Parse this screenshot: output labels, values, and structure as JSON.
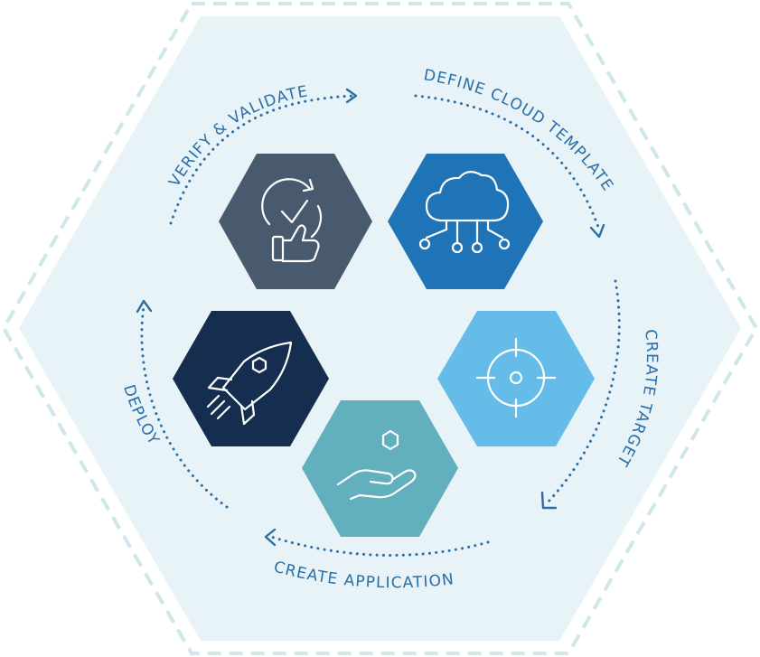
{
  "colors": {
    "background_hex": "#e7f3f6",
    "background_dashes": "#cfe6ea",
    "label_text": "#2a6eaa",
    "arrows": "#2a6eaa",
    "icon_stroke": "#ffffff"
  },
  "steps": [
    {
      "label": "VERIFY & VALIDATE",
      "color": "#4a5a6e",
      "icon": "check-thumbs-up-icon"
    },
    {
      "label": "DEFINE CLOUD TEMPLATE",
      "color": "#1f73b7",
      "icon": "cloud-network-icon"
    },
    {
      "label": "CREATE TARGET",
      "color": "#66bce9",
      "icon": "target-crosshair-icon"
    },
    {
      "label": "CREATE APPLICATION",
      "color": "#62b0bd",
      "icon": "hand-hexagon-icon"
    },
    {
      "label": "DEPLOY",
      "color": "#152e4f",
      "icon": "rocket-icon"
    }
  ]
}
